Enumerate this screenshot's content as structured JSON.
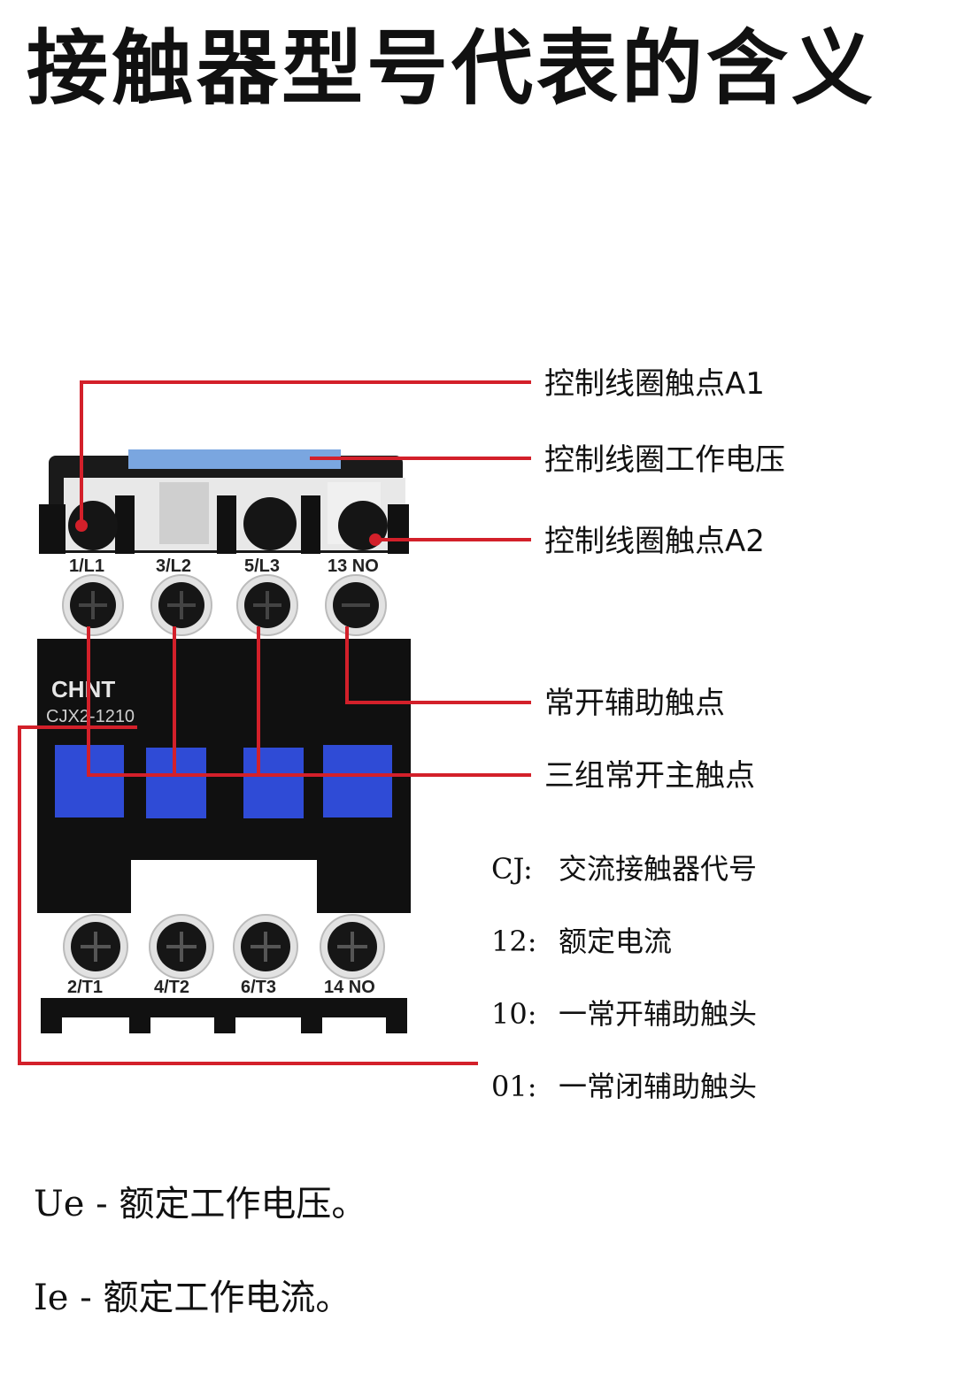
{
  "title": "接触器型号代表的含义",
  "device": {
    "brand": "CHNT",
    "model": "CJX2-1210",
    "top_terminals": [
      "1/L1",
      "3/L2",
      "5/L3",
      "13 NO"
    ],
    "bottom_terminals": [
      "2/T1",
      "4/T2",
      "6/T3",
      "14 NO"
    ]
  },
  "callouts": {
    "a1": "控制线圈触点A1",
    "coil_voltage": "控制线圈工作电压",
    "a2": "控制线圈触点A2",
    "aux_no": "常开辅助触点",
    "main_contacts": "三组常开主触点"
  },
  "legend": [
    {
      "code": "CJ:",
      "meaning": "交流接触器代号"
    },
    {
      "code": "12:",
      "meaning": "额定电流"
    },
    {
      "code": "10:",
      "meaning": "一常开辅助触头"
    },
    {
      "code": "01:",
      "meaning": "一常闭辅助触头"
    }
  ],
  "notes": [
    {
      "code": "Ue",
      "sep": " - ",
      "meaning": "额定工作电压。"
    },
    {
      "code": "Ie",
      "sep": " - ",
      "meaning": "额定工作电流。"
    }
  ],
  "colors": {
    "leader_line": "#d3202a",
    "body": "#101010",
    "button_blue": "#2f4bd6",
    "coil_strip": "#7aa6e0"
  }
}
